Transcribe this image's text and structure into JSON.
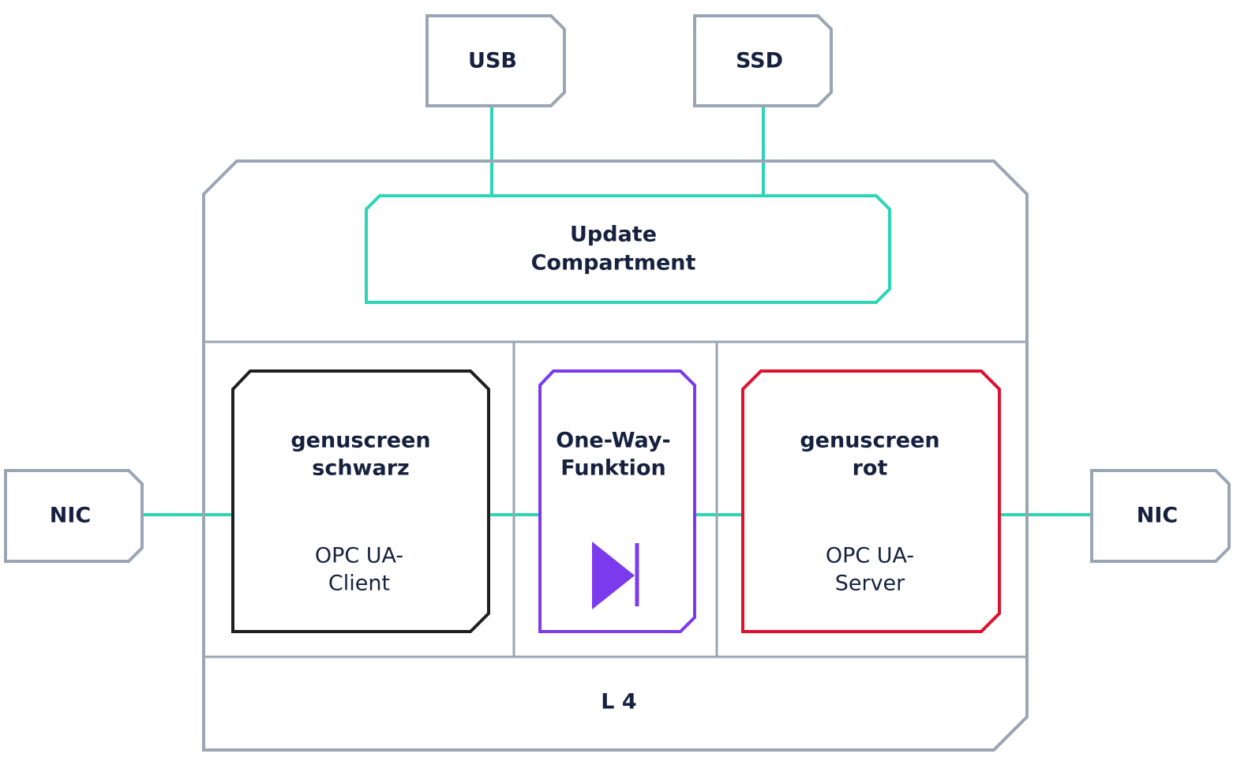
{
  "colors": {
    "frame": "#9aa6b4",
    "connector": "#2dd4b6",
    "update": "#2dd4b6",
    "schwarz": "#1f1f1f",
    "oneway": "#7c3aed",
    "rot": "#e0102f",
    "text": "#16213f"
  },
  "top_devices": {
    "usb": "USB",
    "ssd": "SSD"
  },
  "side_devices": {
    "left_nic": "NIC",
    "right_nic": "NIC"
  },
  "update_compartment": {
    "line1": "Update",
    "line2": "Compartment"
  },
  "schwarz": {
    "title1": "genuscreen",
    "title2": "schwarz",
    "sub1": "OPC UA-",
    "sub2": "Client"
  },
  "oneway": {
    "title1": "One-Way-",
    "title2": "Funktion",
    "icon": "diode-icon"
  },
  "rot": {
    "title1": "genuscreen",
    "title2": "rot",
    "sub1": "OPC UA-",
    "sub2": "Server"
  },
  "base_layer": "L 4"
}
